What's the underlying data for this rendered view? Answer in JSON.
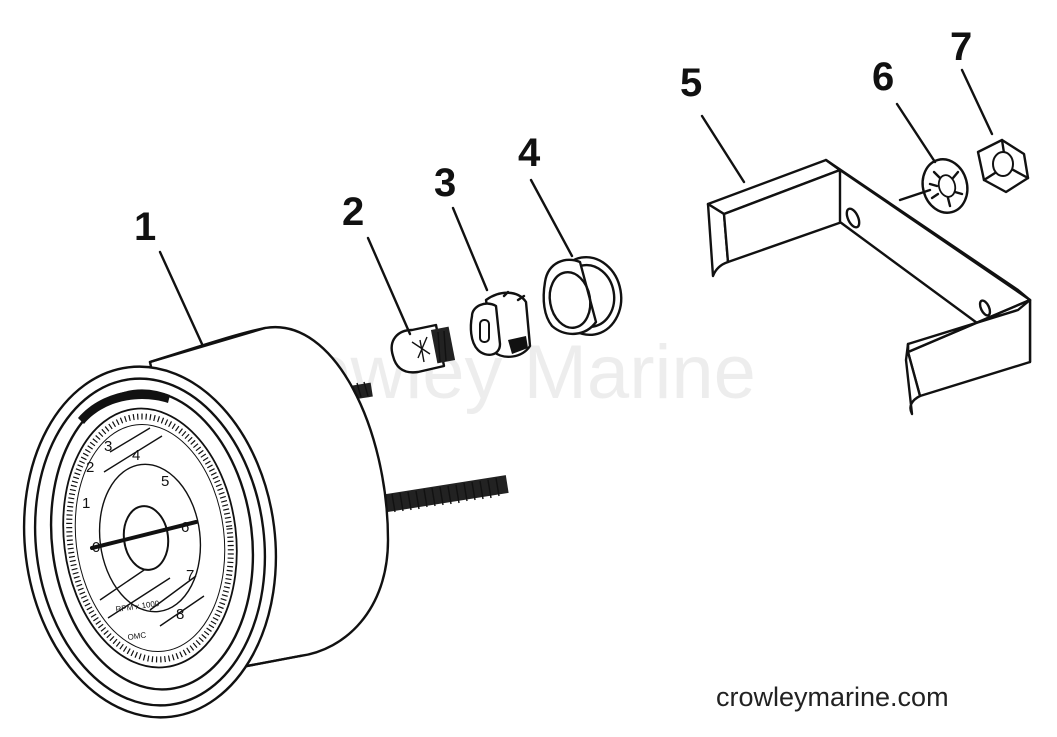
{
  "diagram": {
    "watermark": "Crowley Marine",
    "website": "crowleymarine.com",
    "callouts": [
      {
        "number": "1"
      },
      {
        "number": "2"
      },
      {
        "number": "3"
      },
      {
        "number": "4"
      },
      {
        "number": "5"
      },
      {
        "number": "6"
      },
      {
        "number": "7"
      }
    ],
    "dial": {
      "numbers": [
        "0",
        "1",
        "2",
        "3",
        "4",
        "5",
        "6",
        "7",
        "8"
      ],
      "rpm_label": "RPM x 1000",
      "brand": "OMC"
    }
  }
}
